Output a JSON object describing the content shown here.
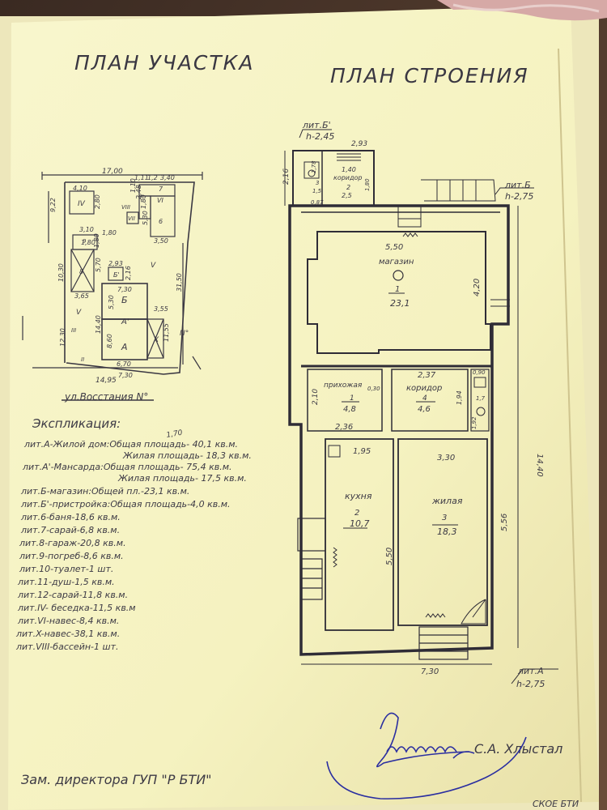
{
  "titles": {
    "site_plan": "ПЛАН УЧАСТКА",
    "building_plan": "ПЛАН СТРОЕНИЯ"
  },
  "site_plan": {
    "street": "ул.Восстания N°",
    "north_mark": "N°",
    "dims": [
      "17,00",
      "1,11",
      "1,2",
      "3,40",
      "9,22",
      "4,10",
      "2,80",
      "1,10",
      "1,80",
      "2,48",
      "5,30",
      "3,50",
      "3,10",
      "1,80",
      "10,30",
      "3,65",
      "5,70",
      "2,93",
      "2,16",
      "7,30",
      "5,30",
      "3,55",
      "31,50",
      "14,40",
      "8,60",
      "12,30",
      "11,55",
      "6,70",
      "7,30",
      "14,95",
      "1,80",
      "1,80"
    ],
    "labels": [
      "IV",
      "VII",
      "VI",
      "7",
      "6",
      "VIII",
      "V",
      "9",
      "8",
      "Б",
      "Б'",
      "А",
      "А'",
      "X",
      "V",
      "III",
      "II"
    ]
  },
  "building": {
    "lit_b1": "лит.Б'",
    "lit_b1_h": "h-2,45",
    "lit_b": "лит.Б",
    "lit_b_h": "h-2,75",
    "lit_a": "лит.А",
    "lit_a_h": "h-2,75",
    "dims": {
      "annex_width": "2,93",
      "annex_left": "2,16",
      "annex_d1": "1,40",
      "annex_d2": "1,78",
      "annex_d3": "0,87",
      "annex_d4": "1,80",
      "shop_width": "5,50",
      "shop_height": "4,20",
      "hall_depth": "2,10",
      "hall_width": "2,36",
      "hall_d": "0,30",
      "corridor_width": "2,37",
      "corridor_depth": "1,94",
      "bath_d1": "0,90",
      "bath_d2": "1,92",
      "bath_d3": "1,7",
      "kitchen_width": "1,95",
      "living_width": "3,30",
      "kitchen_depth": "5,50",
      "living_depth": "5,56",
      "total_depth": "14,40",
      "total_width": "7,30"
    },
    "rooms": {
      "annex": {
        "name": "коридор",
        "num": "2",
        "area": "2,5"
      },
      "annex_small": {
        "num": "3",
        "area": "1,5"
      },
      "shop": {
        "name": "магазин",
        "num": "1",
        "area": "23,1"
      },
      "hall": {
        "name": "прихожая",
        "num": "1",
        "area": "4,8"
      },
      "corridor": {
        "name": "коридор",
        "num": "4",
        "area": "4,6"
      },
      "kitchen": {
        "name": "кухня",
        "num": "2",
        "area": "10,7"
      },
      "living": {
        "name": "жилая",
        "num": "3",
        "area": "18,3"
      }
    }
  },
  "explication": {
    "title": "Экспликация:",
    "note": "1,70",
    "lines": [
      "лит.А-Жилой дом:Общая площадь- 40,1 кв.м.",
      "Жилая площадь- 18,3 кв.м.",
      "лит.А'-Мансарда:Общая площадь- 75,4 кв.м.",
      "Жилая площадь- 17,5 кв.м.",
      "лит.Б-магазин:Общей пл.-23,1 кв.м.",
      "лит.Б'-пристройка:Общая площадь-4,0 кв.м.",
      "лит.6-баня-18,6 кв.м.",
      "лит.7-сарай-6,8 кв.м.",
      "лит.8-гараж-20,8 кв.м.",
      "лит.9-погреб-8,6 кв.м.",
      "лит.10-туалет-1 шт.",
      "лит.11-душ-1,5 кв.м.",
      "лит.12-сарай-11,8 кв.м.",
      "лит.IV- беседка-11,5 кв.м",
      "лит.VI-навес-8,4 кв.м.",
      "лит.X-навес-38,1 кв.м.",
      "лит.VIII-бассейн-1 шт."
    ]
  },
  "footer": {
    "position": "Зам. директора ГУП \"Р БТИ\"",
    "signer": "С.А. Хлыстал",
    "stamp_fragment": "СКОЕ БТИ"
  },
  "colors": {
    "paper": "#f7f4c2",
    "ink": "#3d3a45",
    "background": "#5a4030"
  }
}
